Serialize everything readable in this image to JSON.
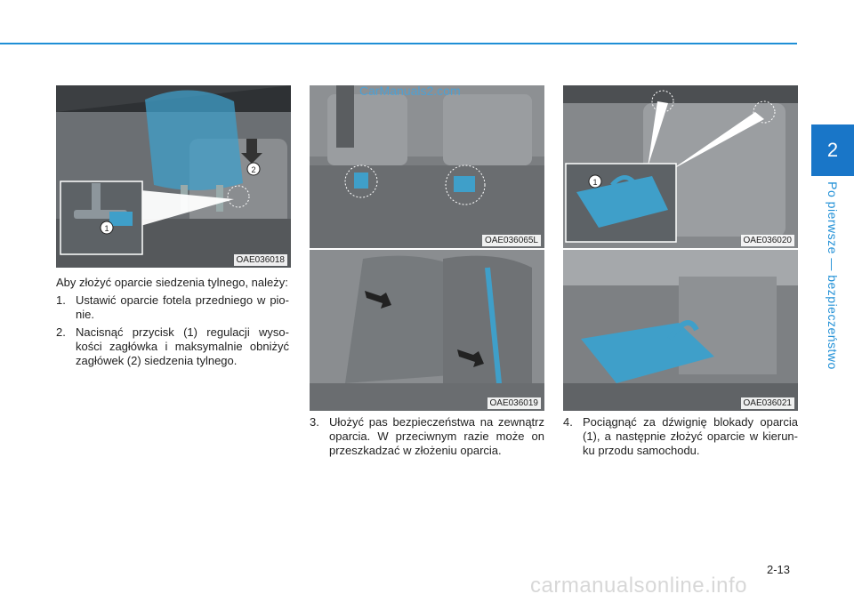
{
  "chapter": {
    "number": "2",
    "title": "Po pierwsze — bezpieczeństwo"
  },
  "watermark_top": "CarManuals2.com",
  "figures": [
    {
      "code": "OAE036018",
      "icon": "headrest-lowering-illustration",
      "callouts": [
        "1",
        "2"
      ]
    },
    {
      "code": "OAE036065L",
      "icon": "seat-belt-buckle-illustration"
    },
    {
      "code": "OAE036019",
      "icon": "seatbelt-outward-illustration"
    },
    {
      "code": "OAE036020",
      "icon": "seatback-lever-illustration",
      "callouts": [
        "1"
      ]
    },
    {
      "code": "OAE036021",
      "icon": "seatback-fold-illustration"
    }
  ],
  "col1": {
    "intro": "Aby złożyć oparcie siedzenia tylnego, należy:",
    "items": [
      {
        "num": "1.",
        "text": "Ustawić oparcie fotela przedniego w pio-nie."
      },
      {
        "num": "2.",
        "text": "Nacisnąć przycisk (1) regulacji wyso-kości zagłówka i maksymalnie obniżyć zagłówek (2) siedzenia tylnego."
      }
    ]
  },
  "col2": {
    "num": "3.",
    "text": "Ułożyć pas bezpieczeństwa na zewnątrz oparcia. W przeciwnym razie może on przeszkadzać w złożeniu oparcia."
  },
  "col3": {
    "num": "4.",
    "text": "Pociągnąć za dźwignię blokady oparcia (1), a następnie złożyć oparcie w kierun-ku przodu samochodu."
  },
  "page_number": "2-13",
  "footer_watermark": "carmanualsonline.info",
  "colors": {
    "accent": "#1f8fd6",
    "tab": "#1976c8",
    "highlight": "#3f9fc9"
  }
}
